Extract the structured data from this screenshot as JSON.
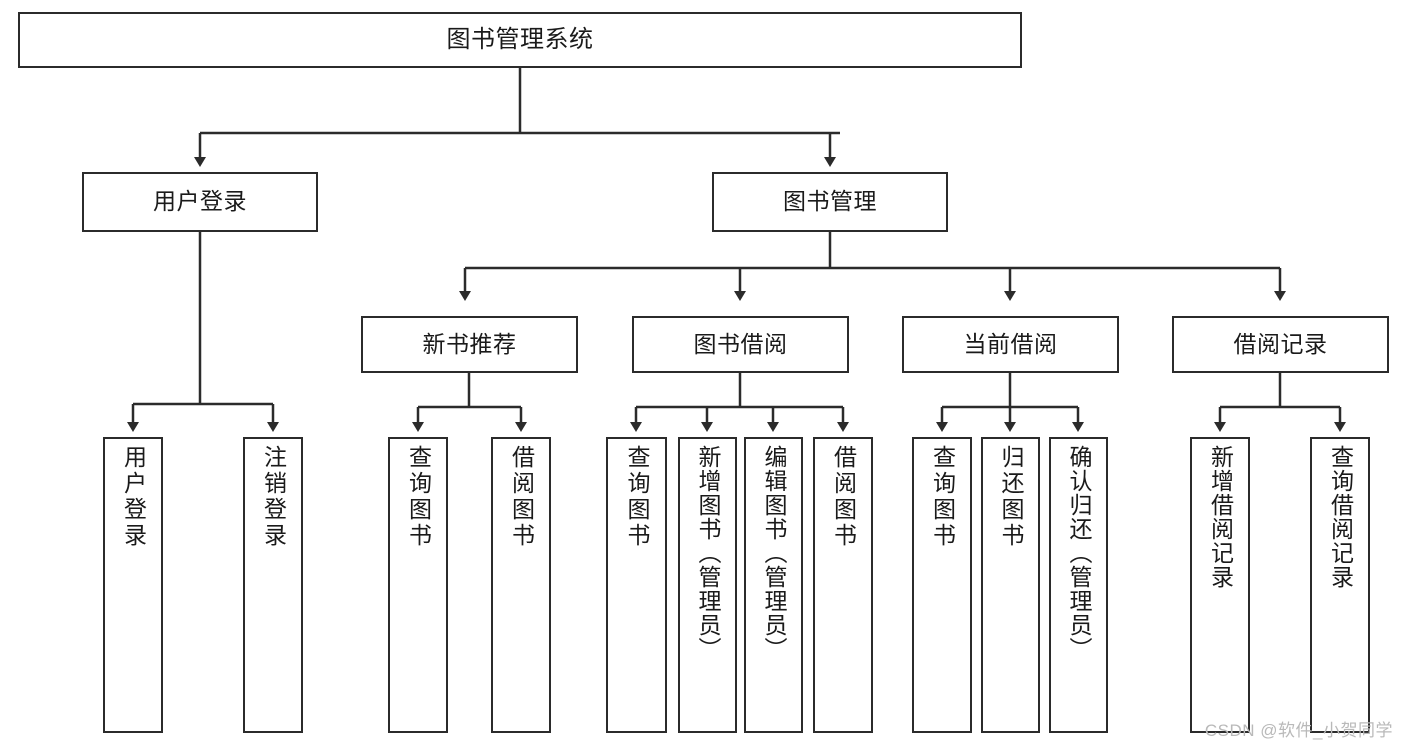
{
  "diagram": {
    "title": "图书管理系统",
    "type": "tree-hierarchy",
    "background": "#ffffff",
    "line_color": "#2b2b2b",
    "box_border_color": "#2b2b2b",
    "text_color": "#1a1a1a"
  },
  "nodes": {
    "root": {
      "label": "图书管理系统"
    },
    "level2": [
      {
        "id": "user-login",
        "label": "用户登录"
      },
      {
        "id": "book-manage",
        "label": "图书管理"
      }
    ],
    "level3": [
      {
        "id": "new-book-rec",
        "label": "新书推荐"
      },
      {
        "id": "book-borrow",
        "label": "图书借阅"
      },
      {
        "id": "current-borrow",
        "label": "当前借阅"
      },
      {
        "id": "borrow-record",
        "label": "借阅记录"
      }
    ],
    "leaves": {
      "user_login": [
        {
          "id": "leaf-user-login",
          "label": "用户登录"
        },
        {
          "id": "leaf-logout-login",
          "label": "注销登录"
        }
      ],
      "new_book_rec": [
        {
          "id": "leaf-query-book-1",
          "label": "查询图书"
        },
        {
          "id": "leaf-borrow-book-1",
          "label": "借阅图书"
        }
      ],
      "book_borrow": [
        {
          "id": "leaf-query-book-2",
          "label": "查询图书"
        },
        {
          "id": "leaf-add-book",
          "label": "新增图书（管理员）"
        },
        {
          "id": "leaf-edit-book",
          "label": "编辑图书（管理员）"
        },
        {
          "id": "leaf-borrow-book-2",
          "label": "借阅图书"
        }
      ],
      "current_borrow": [
        {
          "id": "leaf-query-book-3",
          "label": "查询图书"
        },
        {
          "id": "leaf-return-book",
          "label": "归还图书"
        },
        {
          "id": "leaf-confirm-return",
          "label": "确认归还（管理员）"
        }
      ],
      "borrow_record": [
        {
          "id": "leaf-add-record",
          "label": "新增借阅记录"
        },
        {
          "id": "leaf-query-record",
          "label": "查询借阅记录"
        }
      ]
    }
  },
  "watermark": {
    "text": "CSDN @软件_小贺同学"
  }
}
